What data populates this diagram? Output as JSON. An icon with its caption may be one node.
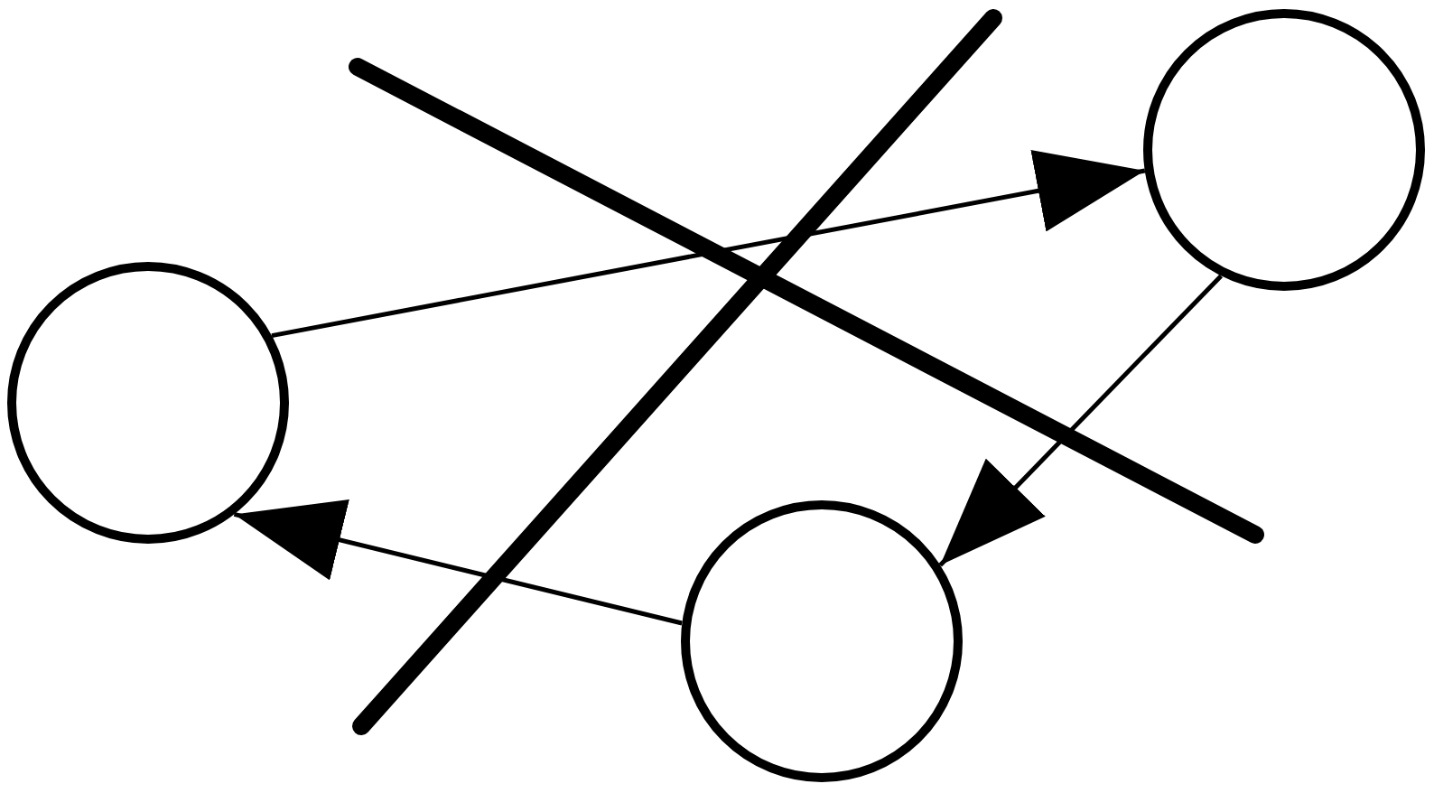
{
  "diagram": {
    "nodes": [
      {
        "text": [],
        "shape": "circle"
      },
      {
        "text": [],
        "shape": "circle"
      },
      {
        "text": [],
        "shape": "circle"
      }
    ],
    "edges": [
      {
        "from": 0,
        "to": 2,
        "arrow": "to"
      },
      {
        "from": 2,
        "to": 1,
        "arrow": "to"
      },
      {
        "from": 1,
        "to": 0,
        "arrow": "to"
      }
    ]
  }
}
